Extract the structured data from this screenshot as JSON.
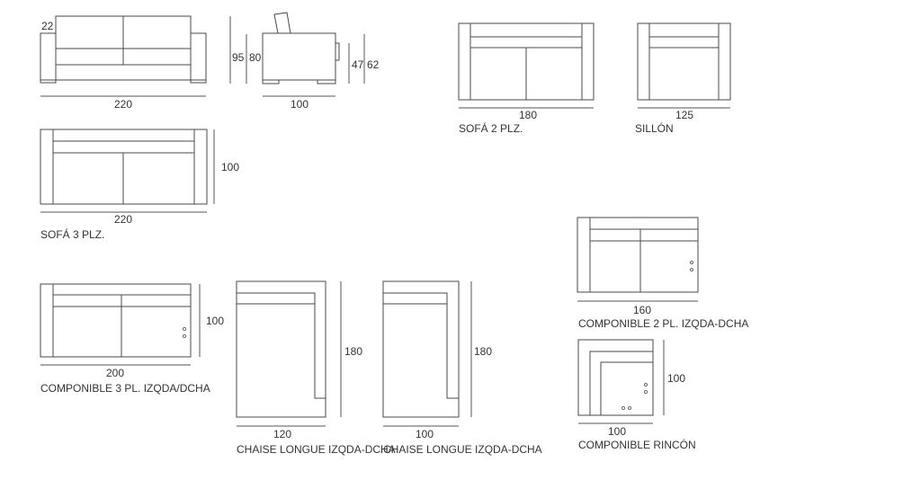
{
  "sofa3_front": {
    "back_height": "22",
    "width": "220",
    "total_height": "95",
    "seat_height_line": "80"
  },
  "sofa3_side": {
    "depth": "100",
    "seat_height": "47",
    "arm_height": "62"
  },
  "sofa2": {
    "width": "180",
    "label": "SOFÁ 2 PLZ."
  },
  "sillon": {
    "width": "125",
    "label": "SILLÓN"
  },
  "sofa3_plan": {
    "width": "220",
    "depth": "100",
    "label": "SOFÁ 3 PLZ."
  },
  "componible3": {
    "width": "200",
    "depth": "100",
    "label": "COMPONIBLE 3 PL. IZQDA/DCHA"
  },
  "chaise120": {
    "width": "120",
    "length": "180",
    "label": "CHAISE LONGUE IZQDA-DCHA"
  },
  "chaise100": {
    "width": "100",
    "length": "180",
    "label": "CHAISE LONGUE IZQDA-DCHA"
  },
  "componible2": {
    "width": "160",
    "label": "COMPONIBLE 2 PL. IZQDA-DCHA"
  },
  "rincon": {
    "width": "100",
    "depth": "100",
    "label": "COMPONIBLE RINCÓN"
  }
}
